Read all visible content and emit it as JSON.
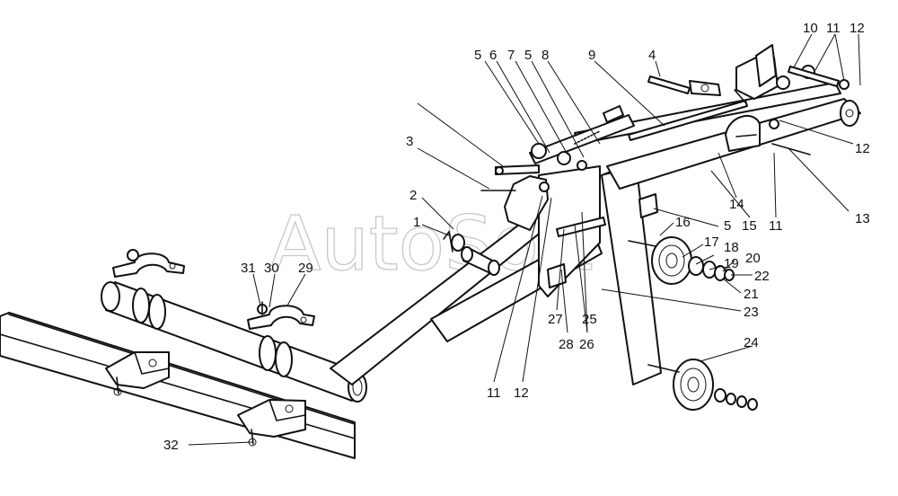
{
  "watermark": "AutoSoft",
  "callouts": [
    {
      "id": "c1",
      "text": "1"
    },
    {
      "id": "c2",
      "text": "2"
    },
    {
      "id": "c3",
      "text": "3"
    },
    {
      "id": "c4",
      "text": "4"
    },
    {
      "id": "c5a",
      "text": "5"
    },
    {
      "id": "c6",
      "text": "6"
    },
    {
      "id": "c7",
      "text": "7"
    },
    {
      "id": "c5b",
      "text": "5"
    },
    {
      "id": "c8",
      "text": "8"
    },
    {
      "id": "c9",
      "text": "9"
    },
    {
      "id": "c10",
      "text": "10"
    },
    {
      "id": "c11a",
      "text": "11"
    },
    {
      "id": "c12a",
      "text": "12"
    },
    {
      "id": "c12b",
      "text": "12"
    },
    {
      "id": "c13",
      "text": "13"
    },
    {
      "id": "c14",
      "text": "14"
    },
    {
      "id": "c15",
      "text": "15"
    },
    {
      "id": "c11b",
      "text": "11"
    },
    {
      "id": "c5c",
      "text": "5"
    },
    {
      "id": "c16",
      "text": "16"
    },
    {
      "id": "c17",
      "text": "17"
    },
    {
      "id": "c18",
      "text": "18"
    },
    {
      "id": "c19",
      "text": "19"
    },
    {
      "id": "c20",
      "text": "20"
    },
    {
      "id": "c22",
      "text": "22"
    },
    {
      "id": "c21",
      "text": "21"
    },
    {
      "id": "c23",
      "text": "23"
    },
    {
      "id": "c24",
      "text": "24"
    },
    {
      "id": "c31",
      "text": "31"
    },
    {
      "id": "c30",
      "text": "30"
    },
    {
      "id": "c29",
      "text": "29"
    },
    {
      "id": "c27",
      "text": "27"
    },
    {
      "id": "c28",
      "text": "28"
    },
    {
      "id": "c26",
      "text": "26"
    },
    {
      "id": "c25",
      "text": "25"
    },
    {
      "id": "c11c",
      "text": "11"
    },
    {
      "id": "c12c",
      "text": "12"
    },
    {
      "id": "c32",
      "text": "32"
    }
  ]
}
